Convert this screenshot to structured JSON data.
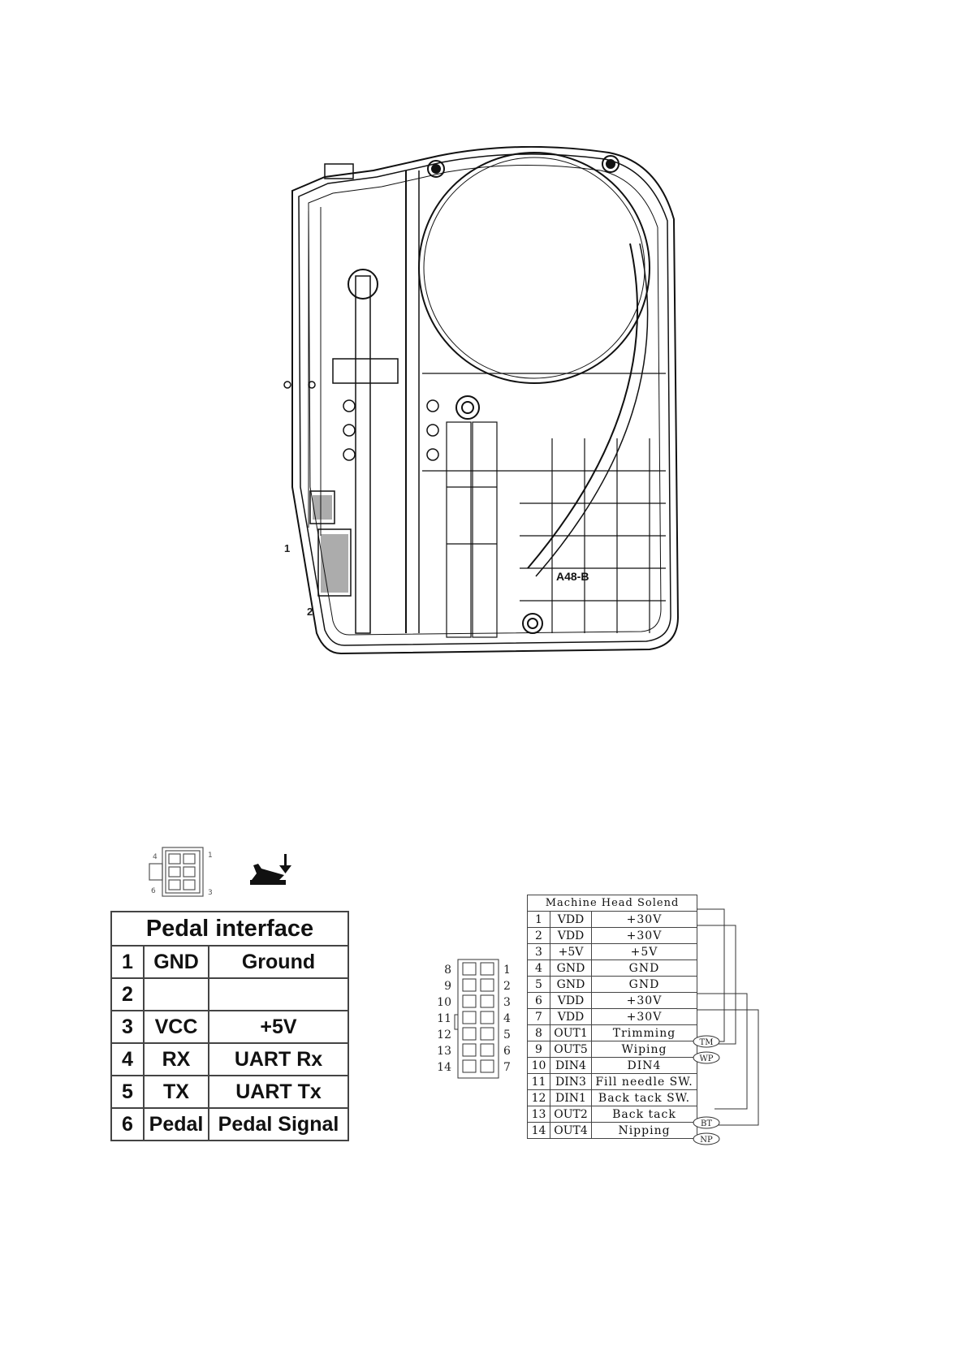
{
  "callouts": [
    "1",
    "2"
  ],
  "device": {
    "model_marking": "A48-B"
  },
  "pedal_interface": {
    "connector_pin_labels": [
      "4",
      "1",
      "6",
      "3"
    ],
    "title": "Pedal interface",
    "rows": [
      {
        "pin": "1",
        "signal": "GND",
        "description": "Ground"
      },
      {
        "pin": "2",
        "signal": "",
        "description": ""
      },
      {
        "pin": "3",
        "signal": "VCC",
        "description": "+5V"
      },
      {
        "pin": "4",
        "signal": "RX",
        "description": "UART Rx"
      },
      {
        "pin": "5",
        "signal": "TX",
        "description": "UART Tx"
      },
      {
        "pin": "6",
        "signal": "Pedal",
        "description": "Pedal Signal"
      }
    ]
  },
  "machine_head": {
    "title": "Machine Head Solend",
    "connector_left_pins": [
      "8",
      "9",
      "10",
      "11",
      "12",
      "13",
      "14"
    ],
    "connector_right_pins": [
      "1",
      "2",
      "3",
      "4",
      "5",
      "6",
      "7"
    ],
    "rows": [
      {
        "pin": "1",
        "signal": "VDD",
        "function": "+30V"
      },
      {
        "pin": "2",
        "signal": "VDD",
        "function": "+30V"
      },
      {
        "pin": "3",
        "signal": "+5V",
        "function": "+5V"
      },
      {
        "pin": "4",
        "signal": "GND",
        "function": "GND"
      },
      {
        "pin": "5",
        "signal": "GND",
        "function": "GND"
      },
      {
        "pin": "6",
        "signal": "VDD",
        "function": "+30V"
      },
      {
        "pin": "7",
        "signal": "VDD",
        "function": "+30V"
      },
      {
        "pin": "8",
        "signal": "OUT1",
        "function": "Trimming"
      },
      {
        "pin": "9",
        "signal": "OUT5",
        "function": "Wiping"
      },
      {
        "pin": "10",
        "signal": "DIN4",
        "function": "DIN4"
      },
      {
        "pin": "11",
        "signal": "DIN3",
        "function": "Fill needle SW."
      },
      {
        "pin": "12",
        "signal": "DIN1",
        "function": "Back tack SW."
      },
      {
        "pin": "13",
        "signal": "OUT2",
        "function": "Back tack"
      },
      {
        "pin": "14",
        "signal": "OUT4",
        "function": "Nipping"
      }
    ],
    "solenoids": [
      "TM",
      "WP",
      "BT",
      "NP"
    ]
  }
}
